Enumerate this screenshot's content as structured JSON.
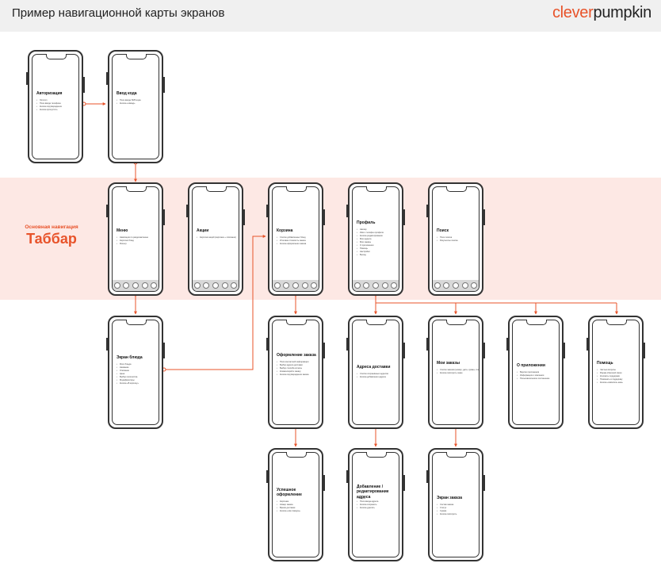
{
  "header": {
    "title": "Пример навигационной карты экранов",
    "logo_part1": "clever",
    "logo_part2": "pumpkin"
  },
  "tabbar_section": {
    "caption": "Основная навигация",
    "title": "Таббар"
  },
  "colors": {
    "accent": "#e8532a",
    "band": "#fde8e4",
    "header_bg": "#f0f0f0",
    "outline": "#333333"
  },
  "screens": [
    {
      "id": "auth",
      "title": "Авторизация",
      "items": [
        "Логотип",
        "Поле ввода телефона",
        "Кнопка подтверждения",
        "Кнопка пропустить"
      ]
    },
    {
      "id": "code",
      "title": "Ввод кода",
      "items": [
        "Поле ввода SMS кода",
        "Кнопка «Назад»"
      ]
    },
    {
      "id": "menu",
      "title": "Меню",
      "items": [
        "Навигация по разделам меню",
        "Карточки блюд",
        "Фильтр"
      ]
    },
    {
      "id": "promo",
      "title": "Акции",
      "items": [
        "Карточки акций (картинка + описание)"
      ]
    },
    {
      "id": "cart",
      "title": "Корзина",
      "items": [
        "Список добавленных блюд",
        "Итоговая стоимость заказа",
        "Кнопка оформления заказа"
      ]
    },
    {
      "id": "profile",
      "title": "Профиль",
      "items": [
        "Аватар",
        "Имя и телефон профиля",
        "Кнопка редактирования",
        "Мои адреса",
        "Мои заказы",
        "О приложении",
        "Помощь",
        "Настройки",
        "Выход"
      ]
    },
    {
      "id": "search",
      "title": "Поиск",
      "items": [
        "Поле поиска",
        "Результаты поиска"
      ]
    },
    {
      "id": "dish",
      "title": "Экран блюда",
      "items": [
        "Фото блюда",
        "Название",
        "Описание",
        "Цена",
        "Выбор количества",
        "Модификаторы",
        "Кнопка «В корзину»"
      ]
    },
    {
      "id": "checkout",
      "title": "Оформление заказа",
      "items": [
        "Поля контактной информации",
        "Выбор адреса доставки",
        "Выбор способа оплаты",
        "Комментарий к заказу",
        "Кнопка подтверждения заказа"
      ]
    },
    {
      "id": "address",
      "title": "Адреса доставки",
      "items": [
        "Список сохранённых адресов",
        "Кнопка добавления адреса"
      ]
    },
    {
      "id": "orders",
      "title": "Мои заказы",
      "items": [
        "Список заказов (номер, дата, сумма, статус)",
        "Кнопка повторить заказ"
      ]
    },
    {
      "id": "about",
      "title": "О приложении",
      "items": [
        "Версия приложения",
        "Информация о компании",
        "Пользовательское соглашение"
      ]
    },
    {
      "id": "help",
      "title": "Помощь",
      "items": [
        "Частые вопросы",
        "Форма обратной связи",
        "Контакты поддержки",
        "Позвонить в поддержку",
        "Кнопка «Написать нам»"
      ]
    },
    {
      "id": "success",
      "title": "Успешное оформление",
      "items": [
        "Картинка",
        "Номер заказа",
        "Время доставки",
        "Кнопка «На главную»"
      ]
    },
    {
      "id": "address_edit",
      "title": "Добавление / редактирование адреса",
      "items": [
        "Карта",
        "Поля ввода адреса",
        "Кнопка сохранить",
        "Кнопка удалить"
      ]
    },
    {
      "id": "order_screen",
      "title": "Экран заказа",
      "items": [
        "Состав заказа",
        "Статус",
        "Сумма",
        "Кнопка повторить"
      ]
    }
  ]
}
